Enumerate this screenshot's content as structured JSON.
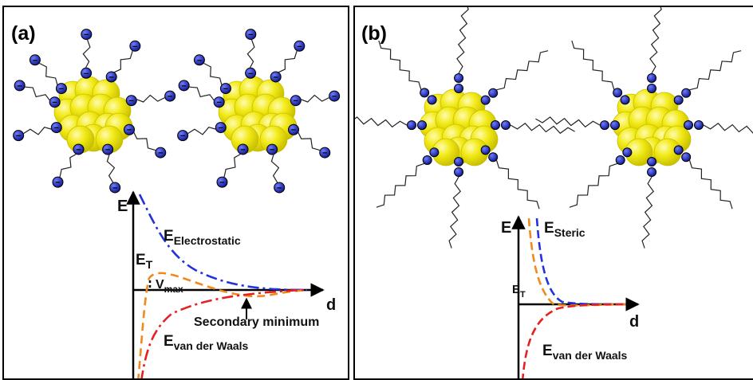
{
  "panels": [
    {
      "tag": "(a)",
      "axis": {
        "y_label": "E",
        "x_label": "d"
      },
      "curves": [
        {
          "label": "E",
          "subscript": "Electrostatic",
          "color": "#2233dd",
          "style": "dash-dot"
        },
        {
          "label": "E",
          "subscript": "T",
          "color": "#f08a1c",
          "style": "dashed"
        },
        {
          "label": "E",
          "subscript": "van der Waals",
          "color": "#e62020",
          "style": "dash-dot"
        }
      ],
      "vmax": {
        "label": "V",
        "subscript": "max"
      },
      "annotation": "Secondary minimum",
      "charge_symbol": "−"
    },
    {
      "tag": "(b)",
      "axis": {
        "y_label": "E",
        "x_label": "d"
      },
      "curves": [
        {
          "label": "E",
          "subscript": "Steric",
          "color": "#2233dd",
          "style": "dashed"
        },
        {
          "label": "E",
          "subscript": "T",
          "color": "#f08a1c",
          "style": "dashed"
        },
        {
          "label": "E",
          "subscript": "van der Waals",
          "color": "#e62020",
          "style": "dashed"
        }
      ]
    }
  ],
  "colors": {
    "particle_fill": "#f2ea16",
    "particle_shade": "#c8bf00",
    "headgroup": "#2230c8",
    "chain": "#222222"
  }
}
